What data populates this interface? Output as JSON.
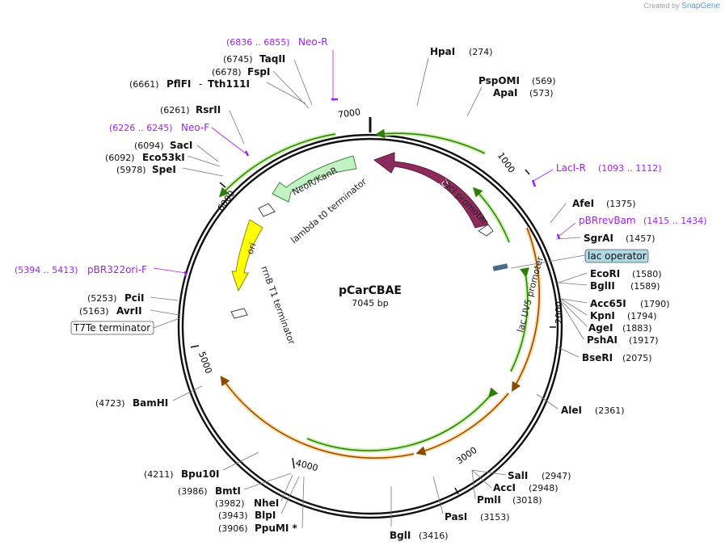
{
  "branding": {
    "created_by": "Created by",
    "app_name": "SnapGene"
  },
  "plasmid": {
    "name": "pCarCBAE",
    "length_label": "7045 bp",
    "length": 7045
  },
  "ruler": [
    "1000",
    "2000",
    "3000",
    "4000",
    "5000",
    "6000",
    "7000"
  ],
  "features": [
    {
      "label": "lacI",
      "kind": "cds",
      "color": "#8b2c5c"
    },
    {
      "label": "NeoR/KanR",
      "kind": "cds",
      "color": "#c5f2c5"
    },
    {
      "label": "ori",
      "kind": "origin",
      "color": "#ffff00"
    },
    {
      "label": "lacI promoter",
      "kind": "promoter"
    },
    {
      "label": "lambda t0 terminator",
      "kind": "terminator"
    },
    {
      "label": "rrnB T1 terminator",
      "kind": "terminator"
    },
    {
      "label": "lac UV5 promoter",
      "kind": "promoter"
    },
    {
      "label": "lac operator",
      "kind": "boxed"
    },
    {
      "label": "T7Te terminator",
      "kind": "boxed"
    }
  ],
  "sites": [
    {
      "name": "HpaI",
      "pos": "(274)"
    },
    {
      "name": "PspOMI",
      "pos": "(569)"
    },
    {
      "name": "ApaI",
      "pos": "(573)"
    },
    {
      "name": "AfeI",
      "pos": "(1375)"
    },
    {
      "name": "SgrAI",
      "pos": "(1457)"
    },
    {
      "name": "EcoRI",
      "pos": "(1580)"
    },
    {
      "name": "BglII",
      "pos": "(1589)"
    },
    {
      "name": "Acc65I",
      "pos": "(1790)"
    },
    {
      "name": "KpnI",
      "pos": "(1794)"
    },
    {
      "name": "AgeI",
      "pos": "(1883)"
    },
    {
      "name": "PshAI",
      "pos": "(1917)"
    },
    {
      "name": "BseRI",
      "pos": "(2075)"
    },
    {
      "name": "AleI",
      "pos": "(2361)"
    },
    {
      "name": "SalI",
      "pos": "(2947)"
    },
    {
      "name": "AccI",
      "pos": "(2948)"
    },
    {
      "name": "PmlI",
      "pos": "(3018)"
    },
    {
      "name": "PasI",
      "pos": "(3153)"
    },
    {
      "name": "BglI",
      "pos": "(3416)"
    },
    {
      "name": "PpuMI *",
      "pos": "(3906)"
    },
    {
      "name": "BlpI",
      "pos": "(3943)"
    },
    {
      "name": "NheI",
      "pos": "(3982)"
    },
    {
      "name": "BmtI",
      "pos": "(3986)"
    },
    {
      "name": "Bpu10I",
      "pos": "(4211)"
    },
    {
      "name": "BamHI",
      "pos": "(4723)"
    },
    {
      "name": "AvrII",
      "pos": "(5163)"
    },
    {
      "name": "PciI",
      "pos": "(5253)"
    },
    {
      "name": "SpeI",
      "pos": "(5978)"
    },
    {
      "name": "Eco53kI",
      "pos": "(6092)"
    },
    {
      "name": "SacI",
      "pos": "(6094)"
    },
    {
      "name": "RsrII",
      "pos": "(6261)"
    },
    {
      "name": "PflFI",
      "pos": "(6661)"
    },
    {
      "name": "Tth111I",
      "pos": "",
      "prefix": "-"
    },
    {
      "name": "FspI",
      "pos": "(6678)"
    },
    {
      "name": "TaqII",
      "pos": "(6745)"
    }
  ],
  "primers": [
    {
      "name": "Neo-R",
      "range": "(6836 .. 6855)"
    },
    {
      "name": "LacI-R",
      "range": "(1093 .. 1112)"
    },
    {
      "name": "pBRrevBam",
      "range": "(1415 .. 1434)"
    },
    {
      "name": "Neo-F",
      "range": "(6226 .. 6245)"
    },
    {
      "name": "pBR322ori-F",
      "range": "(5394 .. 5413)"
    }
  ],
  "colors": {
    "primer": "#a020f0",
    "backbone": "#111111",
    "promoter_arc": "#7cc934",
    "orange_arc": "#f39c12",
    "leader": "#777777"
  }
}
